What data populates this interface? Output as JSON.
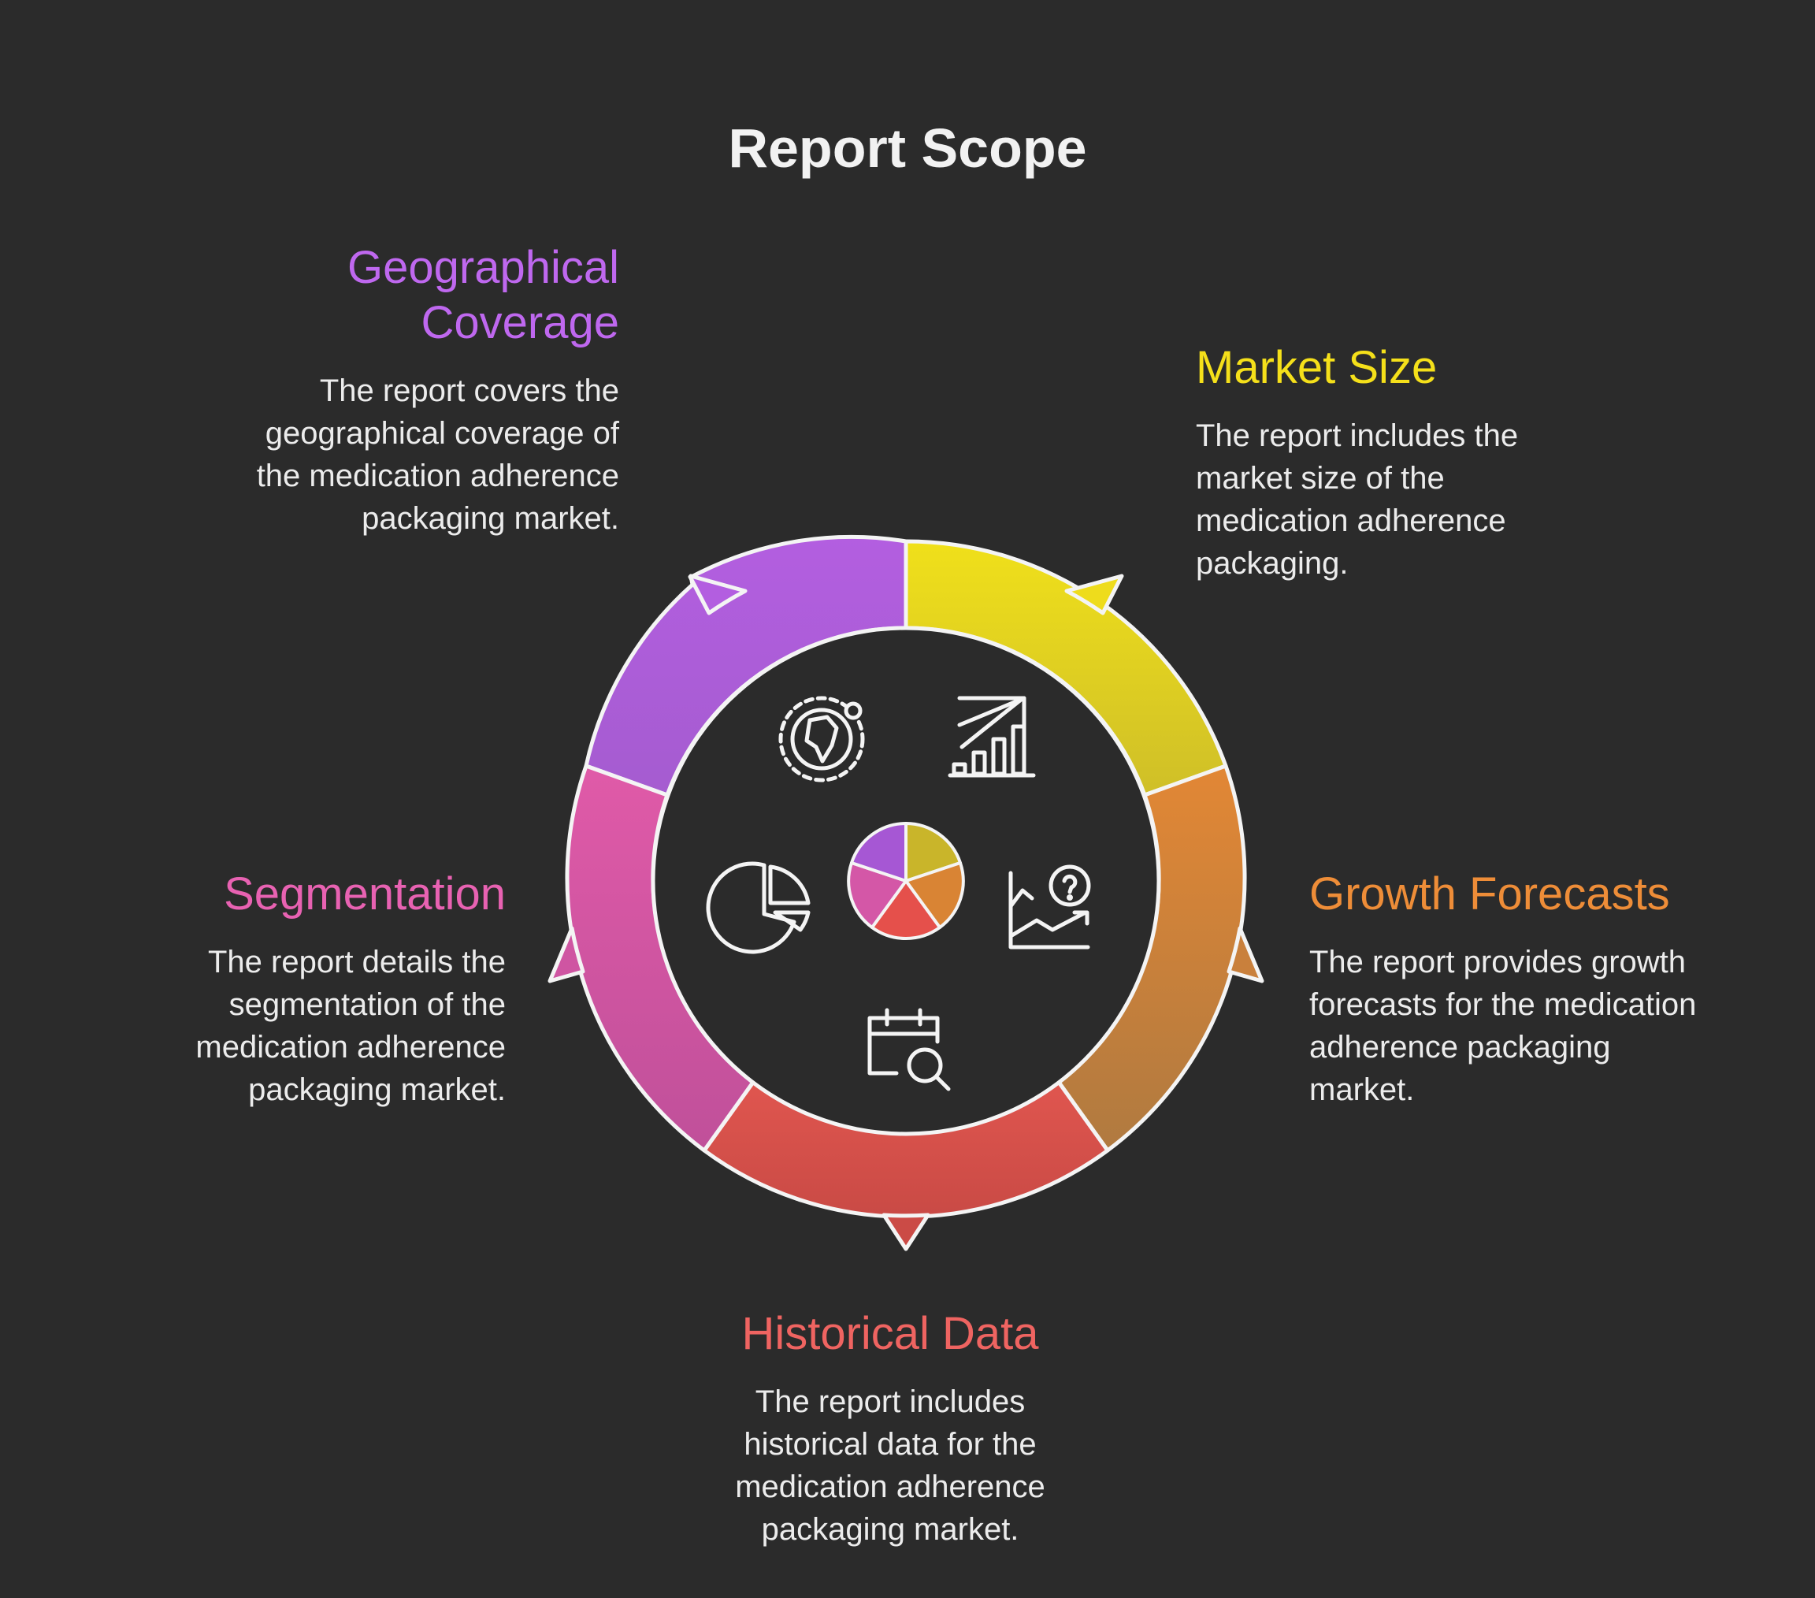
{
  "title": "Report Scope",
  "sections": {
    "geographical": {
      "heading": "Geographical Coverage",
      "description": "The report covers the geographical coverage of the medication adherence packaging market.",
      "color": "#b35ee0",
      "icon": "globe-icon"
    },
    "market_size": {
      "heading": "Market Size",
      "description": "The report includes the market size of the medication adherence packaging.",
      "color": "#f0e01a",
      "icon": "bar-growth-icon"
    },
    "growth": {
      "heading": "Growth Forecasts",
      "description": "The report provides growth forecasts for the medication adherence packaging market.",
      "color": "#e88a35",
      "icon": "forecast-chart-icon"
    },
    "historical": {
      "heading": "Historical Data",
      "description": "The report includes historical data for the medication adherence packaging market.",
      "color": "#e55a55",
      "icon": "calendar-search-icon"
    },
    "segmentation": {
      "heading": "Segmentation",
      "description": "The report details the segmentation of the medication adherence packaging market.",
      "color": "#e05aa8",
      "icon": "pie-segment-icon"
    }
  }
}
